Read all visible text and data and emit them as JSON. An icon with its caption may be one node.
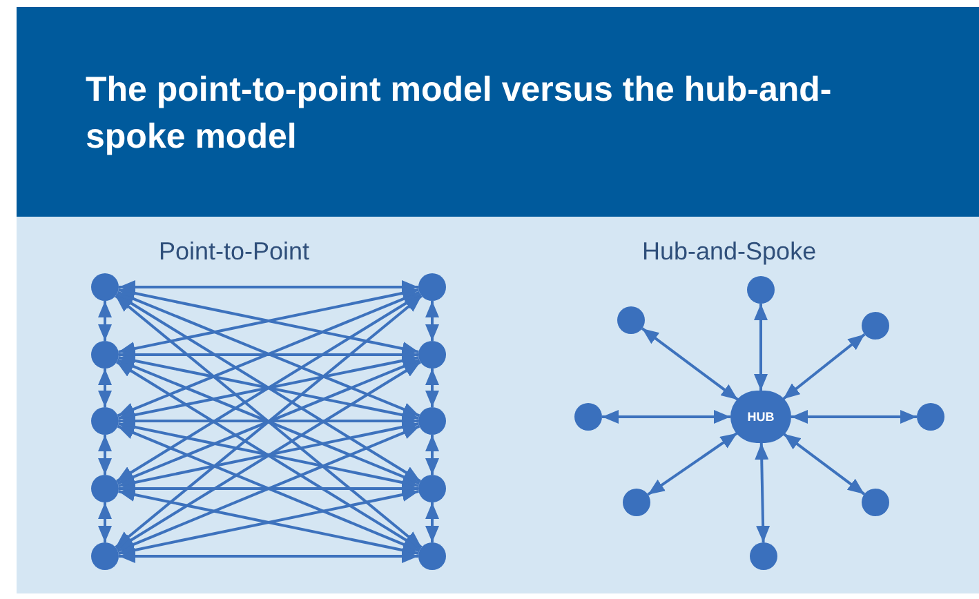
{
  "diagram": {
    "title": "The point-to-point model versus the hub-and-spoke model",
    "nodes": [
      {
        "text": [],
        "shape": "circle"
      },
      {
        "text": [],
        "shape": "circle"
      },
      {
        "text": [],
        "shape": "circle"
      },
      {
        "text": [],
        "shape": "circle"
      },
      {
        "text": [],
        "shape": "circle"
      },
      {
        "text": [],
        "shape": "circle"
      },
      {
        "text": [],
        "shape": "circle"
      },
      {
        "text": [],
        "shape": "circle"
      },
      {
        "text": [],
        "shape": "circle"
      },
      {
        "text": [],
        "shape": "circle"
      },
      {
        "text": [
          "HUB"
        ]
      },
      {
        "text": [],
        "shape": "circle"
      },
      {
        "text": [],
        "shape": "circle"
      },
      {
        "text": [],
        "shape": "circle"
      },
      {
        "text": [],
        "shape": "circle"
      },
      {
        "text": [],
        "shape": "circle"
      },
      {
        "text": [],
        "shape": "circle"
      },
      {
        "text": [],
        "shape": "circle"
      },
      {
        "text": [],
        "shape": "circle"
      }
    ],
    "edges": [
      {
        "from": 0,
        "to": 1,
        "arrow": "both"
      },
      {
        "from": 1,
        "to": 2,
        "arrow": "both"
      },
      {
        "from": 2,
        "to": 3,
        "arrow": "both"
      },
      {
        "from": 3,
        "to": 4,
        "arrow": "both"
      },
      {
        "from": 5,
        "to": 6,
        "arrow": "both"
      },
      {
        "from": 6,
        "to": 7,
        "arrow": "both"
      },
      {
        "from": 7,
        "to": 8,
        "arrow": "both"
      },
      {
        "from": 8,
        "to": 9,
        "arrow": "both"
      },
      {
        "from": 0,
        "to": 5,
        "arrow": "both"
      },
      {
        "from": 0,
        "to": 6,
        "arrow": "both"
      },
      {
        "from": 0,
        "to": 7,
        "arrow": "both"
      },
      {
        "from": 0,
        "to": 8,
        "arrow": "both"
      },
      {
        "from": 0,
        "to": 9,
        "arrow": "both"
      },
      {
        "from": 1,
        "to": 5,
        "arrow": "both"
      },
      {
        "from": 1,
        "to": 6,
        "arrow": "both"
      },
      {
        "from": 1,
        "to": 7,
        "arrow": "both"
      },
      {
        "from": 1,
        "to": 8,
        "arrow": "both"
      },
      {
        "from": 1,
        "to": 9,
        "arrow": "both"
      },
      {
        "from": 2,
        "to": 5,
        "arrow": "both"
      },
      {
        "from": 2,
        "to": 6,
        "arrow": "both"
      },
      {
        "from": 2,
        "to": 7,
        "arrow": "both"
      },
      {
        "from": 2,
        "to": 8,
        "arrow": "both"
      },
      {
        "from": 2,
        "to": 9,
        "arrow": "both"
      },
      {
        "from": 3,
        "to": 5,
        "arrow": "both"
      },
      {
        "from": 3,
        "to": 6,
        "arrow": "both"
      },
      {
        "from": 3,
        "to": 7,
        "arrow": "both"
      },
      {
        "from": 3,
        "to": 8,
        "arrow": "both"
      },
      {
        "from": 3,
        "to": 9,
        "arrow": "both"
      },
      {
        "from": 4,
        "to": 5,
        "arrow": "both"
      },
      {
        "from": 4,
        "to": 6,
        "arrow": "both"
      },
      {
        "from": 4,
        "to": 7,
        "arrow": "both"
      },
      {
        "from": 4,
        "to": 8,
        "arrow": "both"
      },
      {
        "from": 4,
        "to": 9,
        "arrow": "both"
      },
      {
        "from": 10,
        "to": 11,
        "arrow": "both"
      },
      {
        "from": 10,
        "to": 12,
        "arrow": "both"
      },
      {
        "from": 10,
        "to": 13,
        "arrow": "both"
      },
      {
        "from": 10,
        "to": 14,
        "arrow": "both"
      },
      {
        "from": 10,
        "to": 15,
        "arrow": "both"
      },
      {
        "from": 10,
        "to": 16,
        "arrow": "both"
      },
      {
        "from": 10,
        "to": 17,
        "arrow": "both"
      },
      {
        "from": 10,
        "to": 18,
        "arrow": "both"
      }
    ],
    "labels": [
      "Point-to-Point",
      "Hub-and-Spoke"
    ]
  }
}
